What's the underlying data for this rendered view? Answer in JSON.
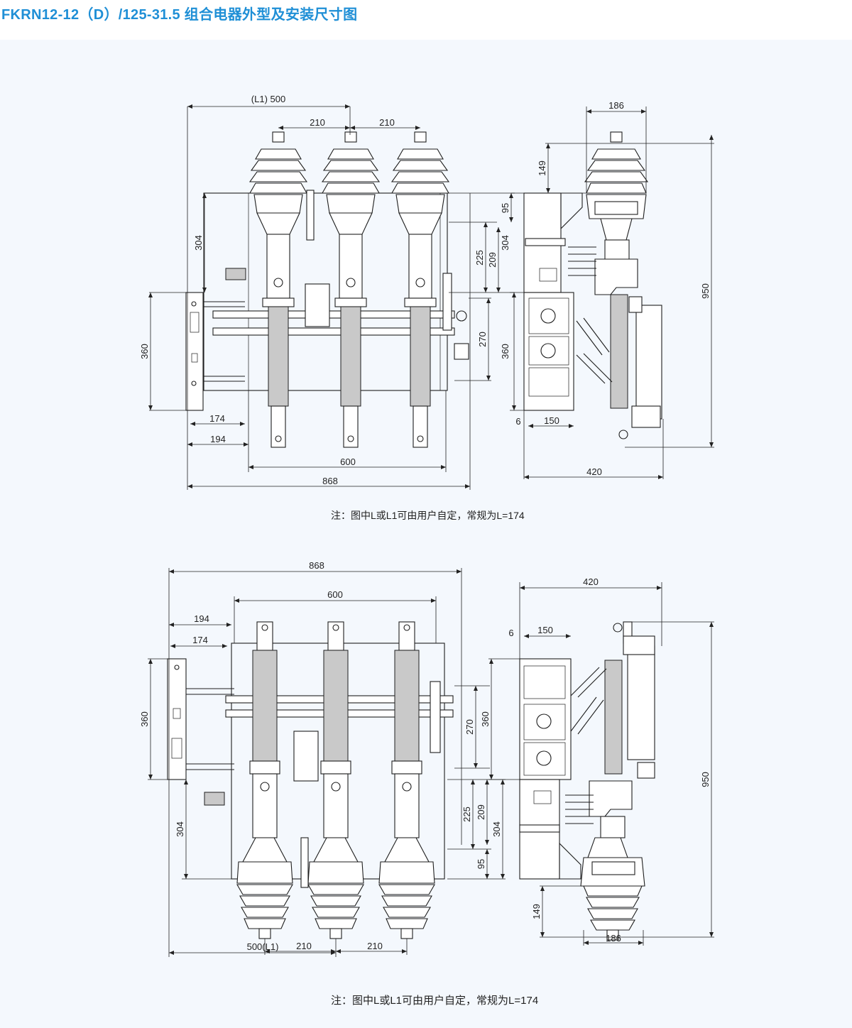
{
  "title": "FKRN12-12（D）/125-31.5 组合电器外型及安装尺寸图",
  "colors": {
    "title": "#1f8fd6",
    "panel_background": "#f4f8fd",
    "line": "#1e1e1e"
  },
  "drawing_top": {
    "front_dims": {
      "overall_top": "(L1) 500",
      "pitch_left": "210",
      "pitch_right": "210",
      "height_left": "304",
      "height_panel": "360",
      "width_174": "174",
      "width_194": "194",
      "width_600": "600",
      "width_868": "868",
      "right_95": "95",
      "right_225": "225",
      "right_209": "209",
      "right_270": "270"
    },
    "side_dims": {
      "top_186": "186",
      "h_149": "149",
      "h_304": "304",
      "h_360": "360",
      "h_950": "950",
      "w_6": "6",
      "w_150": "150",
      "w_420": "420"
    },
    "note": "注：图中L或L1可由用户自定，常规为L=174"
  },
  "drawing_bottom": {
    "front_dims": {
      "width_868": "868",
      "width_600": "600",
      "width_194": "194",
      "width_174": "174",
      "height_panel": "360",
      "height_left": "304",
      "right_270": "270",
      "right_225": "225",
      "right_209": "209",
      "right_95": "95",
      "pitch_left": "210",
      "pitch_right": "210",
      "overall_bottom": "500(L1)"
    },
    "side_dims": {
      "w_420": "420",
      "w_6": "6",
      "w_150": "150",
      "h_360": "360",
      "h_950": "950",
      "h_304": "304",
      "h_149": "149",
      "bottom_186": "186"
    },
    "note": "注：图中L或L1可由用户自定，常规为L=174"
  }
}
